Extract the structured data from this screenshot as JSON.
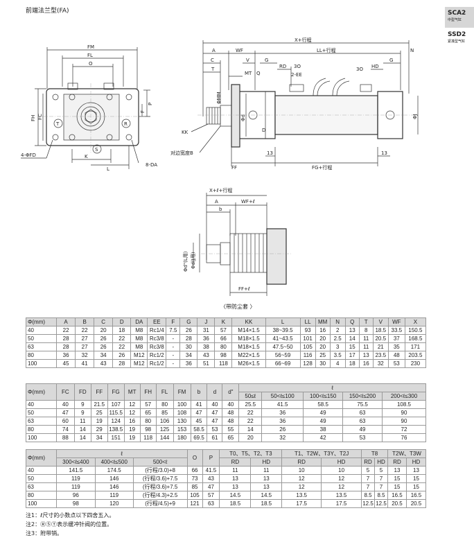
{
  "page_title": "前端法兰型(FA)",
  "side_tabs": [
    {
      "code": "SCA2",
      "sub": "中型气缸"
    },
    {
      "code": "SSD2",
      "sub": "紧凑型气缸"
    }
  ],
  "drawing_labels": {
    "fm": "FM",
    "fl": "FL",
    "o": "O",
    "fh": "FH",
    "fc": "FC",
    "p": "P",
    "f": "F",
    "t": "T",
    "r": "R",
    "s": "S",
    "fd": "4-ΦFD",
    "k": "K",
    "l": "L",
    "da": "8-DA",
    "x": "X+行程",
    "a": "A",
    "wf": "WF",
    "ll": "LL+行程",
    "n": "N",
    "c": "C",
    "t2": "T",
    "v": "V",
    "g": "G",
    "rd": "RD",
    "o3": "3O",
    "ee": "2-EE",
    "hd": "HD",
    "o3b": "3O",
    "g2": "G",
    "mt": "MT",
    "q": "Q",
    "mm": "ΦMM",
    "phid": "Φd",
    "d": "D",
    "phij": "ΦJ",
    "kk": "KK",
    "width": "对边宽度B",
    "ff": "FF",
    "n13a": "13",
    "fg": "FG+行程",
    "n13b": "13",
    "x2": "X+ℓ+行程",
    "a2": "A",
    "wf2": "WF+ℓ",
    "b": "b",
    "dd": "Φd\"(L用)",
    "dj": "Φd(J用)",
    "ff2": "FF+ℓ"
  },
  "caption": "〈带防尘套 〉",
  "table1": {
    "header": [
      "Φ(mm)",
      "A",
      "B",
      "C",
      "D",
      "DA",
      "EE",
      "F",
      "G",
      "J",
      "K",
      "KK",
      "L",
      "LL",
      "MM",
      "N",
      "Q",
      "T",
      "V",
      "WF",
      "X"
    ],
    "rows": [
      [
        "40",
        "22",
        "22",
        "20",
        "18",
        "M8",
        "Rc1/4",
        "7.5",
        "26",
        "31",
        "57",
        "M14×1.5",
        "38~39.5",
        "93",
        "16",
        "2",
        "13",
        "8",
        "18.5",
        "33.5",
        "150.5"
      ],
      [
        "50",
        "28",
        "27",
        "26",
        "22",
        "M8",
        "Rc3/8",
        "-",
        "28",
        "36",
        "66",
        "M18×1.5",
        "41~43.5",
        "101",
        "20",
        "2.5",
        "14",
        "11",
        "20.5",
        "37",
        "168.5"
      ],
      [
        "63",
        "28",
        "27",
        "26",
        "22",
        "M8",
        "Rc3/8",
        "-",
        "30",
        "38",
        "80",
        "M18×1.5",
        "47.5~50",
        "105",
        "20",
        "3",
        "15",
        "11",
        "21",
        "35",
        "171"
      ],
      [
        "80",
        "36",
        "32",
        "34",
        "26",
        "M12",
        "Rc1/2",
        "-",
        "34",
        "43",
        "98",
        "M22×1.5",
        "56~59",
        "116",
        "25",
        "3.5",
        "17",
        "13",
        "23.5",
        "48",
        "203.5"
      ],
      [
        "100",
        "45",
        "41",
        "43",
        "28",
        "M12",
        "Rc1/2",
        "-",
        "36",
        "51",
        "118",
        "M26×1.5",
        "66~69",
        "128",
        "30",
        "4",
        "18",
        "16",
        "32",
        "53",
        "230"
      ]
    ]
  },
  "table2": {
    "header": [
      "Φ(mm)",
      "FC",
      "FD",
      "FF",
      "FG",
      "MT",
      "FH",
      "FL",
      "FM",
      "b",
      "d",
      "d\""
    ],
    "l_label": "ℓ",
    "l_sub": [
      "50≤ℓ",
      "50<ℓ≤100",
      "100<ℓ≤150",
      "150<ℓ≤200",
      "200<ℓ≤300"
    ],
    "rows": [
      [
        "40",
        "40",
        "9",
        "21.5",
        "107",
        "12",
        "57",
        "80",
        "100",
        "41",
        "40",
        "40",
        "25.5",
        "41.5",
        "58.5",
        "75.5",
        "108.5"
      ],
      [
        "50",
        "47",
        "9",
        "25",
        "115.5",
        "12",
        "65",
        "85",
        "108",
        "47",
        "47",
        "48",
        "22",
        "36",
        "49",
        "63",
        "90"
      ],
      [
        "63",
        "60",
        "11",
        "19",
        "124",
        "16",
        "80",
        "106",
        "130",
        "45",
        "47",
        "48",
        "22",
        "36",
        "49",
        "63",
        "90"
      ],
      [
        "80",
        "74",
        "14",
        "29",
        "138.5",
        "19",
        "98",
        "125",
        "153",
        "58.5",
        "53",
        "55",
        "14",
        "26",
        "38",
        "49",
        "72"
      ],
      [
        "100",
        "88",
        "14",
        "34",
        "151",
        "19",
        "118",
        "144",
        "180",
        "69.5",
        "61",
        "65",
        "20",
        "32",
        "42",
        "53",
        "76"
      ]
    ]
  },
  "table3": {
    "col0": "Φ(mm)",
    "l_label": "ℓ",
    "l_sub": [
      "300<ℓ≤400",
      "400<ℓ≤500",
      "500<ℓ"
    ],
    "o": "O",
    "p": "P",
    "groups": [
      "T0、T5、T2、T3",
      "T1、T2W、T3Y、T2J",
      "T8",
      "T2W、T3W"
    ],
    "rdhd": [
      "RD",
      "HD"
    ],
    "rows": [
      [
        "40",
        "141.5",
        "174.5",
        "(行程/3.0)+8",
        "66",
        "41.5",
        "11",
        "11",
        "10",
        "10",
        "5",
        "5",
        "13",
        "13"
      ],
      [
        "50",
        "119",
        "146",
        "(行程/3.6)+7.5",
        "73",
        "43",
        "13",
        "13",
        "12",
        "12",
        "7",
        "7",
        "15",
        "15"
      ],
      [
        "63",
        "119",
        "146",
        "(行程/3.6)+7.5",
        "85",
        "47",
        "13",
        "13",
        "12",
        "12",
        "7",
        "7",
        "15",
        "15"
      ],
      [
        "80",
        "96",
        "119",
        "(行程/4.3)+2.5",
        "105",
        "57",
        "14.5",
        "14.5",
        "13.5",
        "13.5",
        "8.5",
        "8.5",
        "16.5",
        "16.5"
      ],
      [
        "100",
        "98",
        "120",
        "(行程/4.5)+9",
        "121",
        "63",
        "18.5",
        "18.5",
        "17.5",
        "17.5",
        "12.5",
        "12.5",
        "20.5",
        "20.5"
      ]
    ]
  },
  "notes": [
    "注1：ℓ尺寸的小数点以下四舍五入。",
    "注2：ⓇⓈⓉ表示缓冲针阀的位置。",
    "注3：附带销。"
  ]
}
